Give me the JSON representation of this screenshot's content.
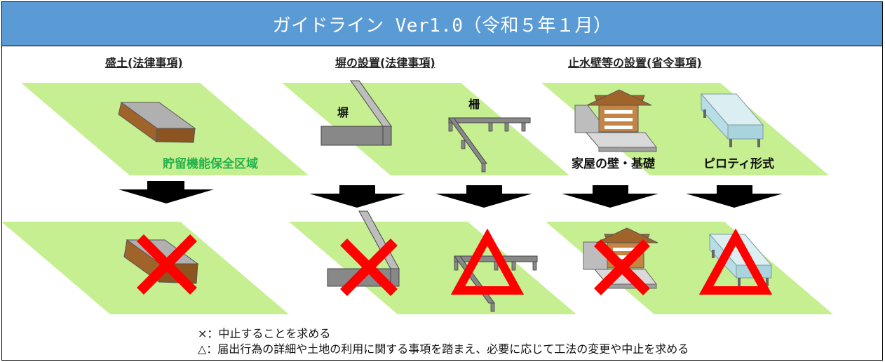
{
  "header": {
    "title": "ガイドライン Ver1.0（令和５年１月）"
  },
  "sections": [
    {
      "title": "盛土(法律事項)"
    },
    {
      "title": "塀の設置(法律事項)"
    },
    {
      "title": "止水壁等の設置(省令事項)"
    }
  ],
  "labels": {
    "storage_zone": "貯留機能保全区域",
    "wall": "塀",
    "fence": "柵",
    "house_wall": "家屋の壁・基礎",
    "piloti": "ピロティ形式"
  },
  "legend": {
    "cross": "×：中止することを求める",
    "triangle": "△：届出行為の詳細や土地の利用に関する事項を踏まえ、必要に応じて工法の変更や中止を求める"
  },
  "colors": {
    "header": "#5b9bd5",
    "ground": "#c6ef91",
    "zone_text": "#22b14c",
    "mark_red": "#ff0000"
  }
}
